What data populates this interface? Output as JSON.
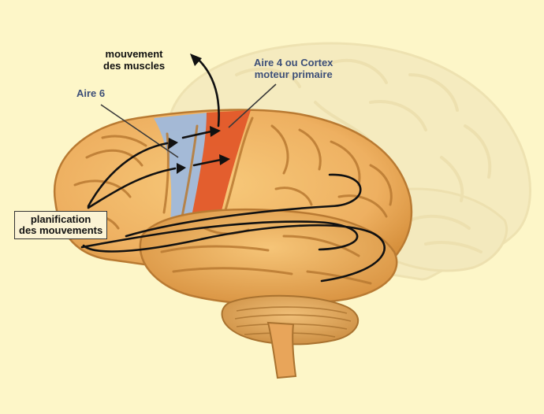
{
  "labels": {
    "muscles": "mouvement\ndes muscles",
    "aire4": "Aire 4 ou Cortex\nmoteur primaire",
    "aire6": "Aire 6",
    "planification": "planification\ndes mouvements"
  },
  "colors": {
    "background": "#fdf6c8",
    "cortex": "#f2b860",
    "motor_cortex_area4": "#e2592a",
    "premotor_area6": "#9fb9dc",
    "label_blue": "#3d4f78"
  }
}
